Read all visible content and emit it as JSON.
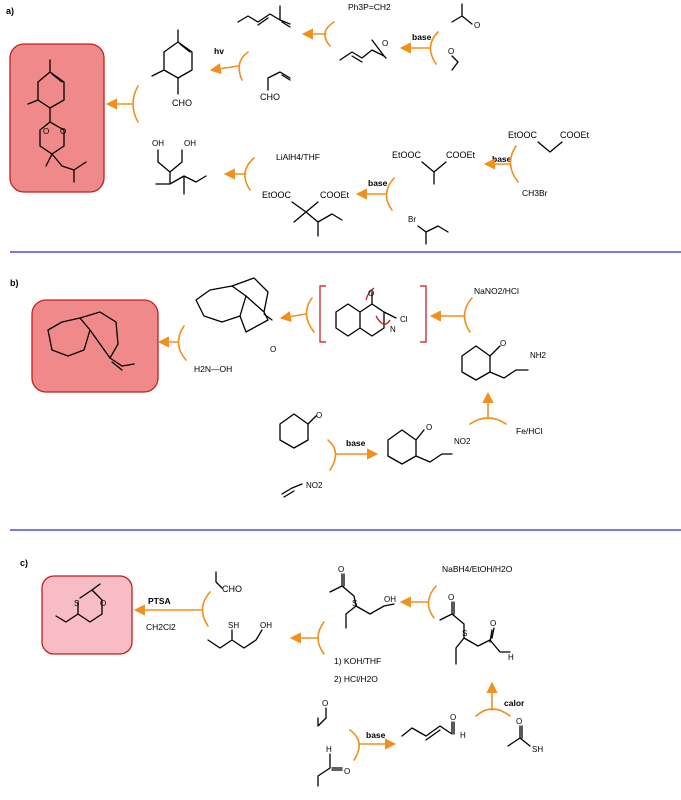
{
  "sections": {
    "a": "a)",
    "b": "b)",
    "c": "c)"
  },
  "reagents": {
    "a_ylide": "Ph3P=CH2",
    "a_hv": "hv",
    "a_base1": "base",
    "a_lialh4": "LiAlH4/THF",
    "a_base2": "base",
    "a_base3": "base",
    "a_ch3br": "CH3Br",
    "b_nano2": "NaNO2/HCl",
    "b_hydroxylamine": "H2N—OH",
    "b_base": "base",
    "b_fehcl": "Fe/HCl",
    "c_ptsa": "PTSA",
    "c_solvent": "CH2Cl2",
    "c_nabh4": "NaBH4/EtOH/H2O",
    "c_koh": "1) KOH/THF",
    "c_hcl": "2) HCl/H2O",
    "c_base": "base",
    "c_calor": "calor"
  },
  "atom_labels": {
    "cho": "CHO",
    "o": "O",
    "oh": "OH",
    "br": "Br",
    "ch3br": "CH3Br",
    "etooc": "EtOOC",
    "cooet": "COOEt",
    "nh2": "NH2",
    "no2": "NO2",
    "n": "N",
    "cl": "Cl",
    "s": "S",
    "sh": "SH",
    "h": "H"
  },
  "colors": {
    "arrow": "#f0901e",
    "target_fill": "#f08a8a",
    "target_fill_light": "#f7bcc4",
    "target_stroke": "#c0201e",
    "separator": "#2a2ad0"
  }
}
